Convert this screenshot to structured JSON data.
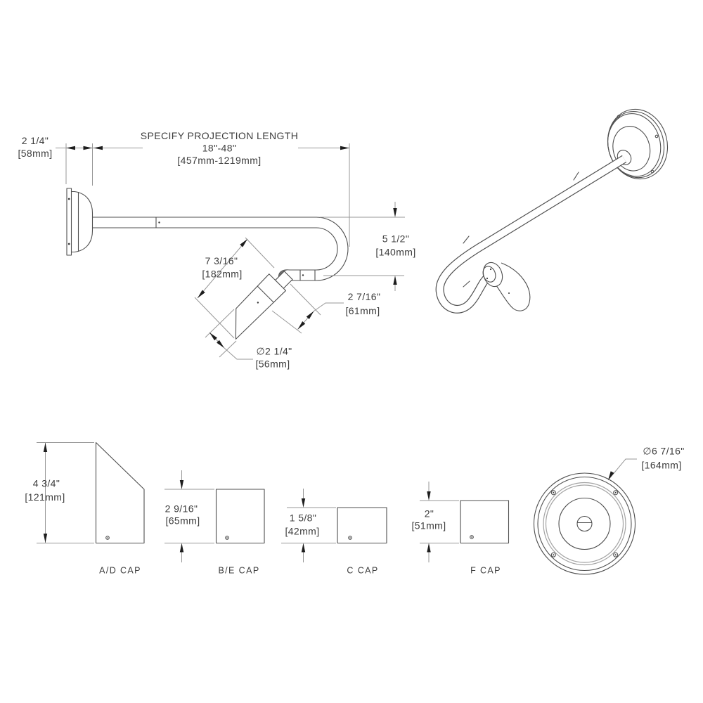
{
  "main_view": {
    "wall_depth": {
      "in": "2 1/4\"",
      "mm": "[58mm]"
    },
    "projection": {
      "title": "SPECIFY PROJECTION LENGTH",
      "range_in": "18\"-48\"",
      "range_mm": "[457mm-1219mm]"
    },
    "drop": {
      "in": "5 1/2\"",
      "mm": "[140mm]"
    },
    "head_length": {
      "in": "7 3/16\"",
      "mm": "[182mm]"
    },
    "shade_depth": {
      "in": "2 7/16\"",
      "mm": "[61mm]"
    },
    "shade_diameter": {
      "in": "∅2 1/4\"",
      "mm": "[56mm]"
    }
  },
  "caps": [
    {
      "label": "A/D CAP",
      "dim_in": "4 3/4\"",
      "dim_mm": "[121mm]"
    },
    {
      "label": "B/E CAP",
      "dim_in": "2 9/16\"",
      "dim_mm": "[65mm]"
    },
    {
      "label": "C CAP",
      "dim_in": "1 5/8\"",
      "dim_mm": "[42mm]"
    },
    {
      "label": "F CAP",
      "dim_in": "2\"",
      "dim_mm": "[51mm]"
    }
  ],
  "back_plate": {
    "dia_in": "∅6 7/16\"",
    "dia_mm": "[164mm]"
  },
  "colors": {
    "object_line": "#4f4f4f",
    "dimension_line": "#979797",
    "text": "#3d3d3d",
    "background": "#ffffff"
  }
}
